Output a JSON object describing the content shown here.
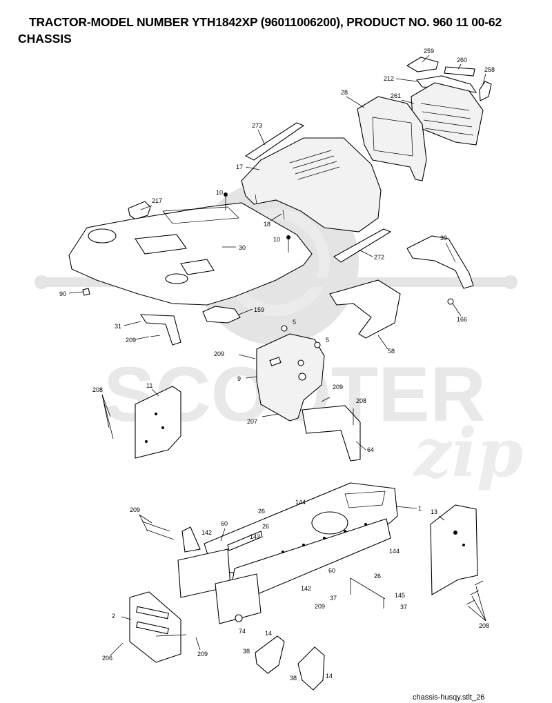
{
  "header": {
    "title": "TRACTOR-MODEL NUMBER YTH1842XP (96011006200), PRODUCT NO. 960 11 00-62",
    "subtitle": "CHASSIS"
  },
  "footer": {
    "file_ref": "chassis-husqy.stlt_26"
  },
  "watermark": {
    "word": "SCOOTER",
    "script": "zip"
  },
  "callouts": [
    "259",
    "260",
    "258",
    "212",
    "28",
    "261",
    "273",
    "17",
    "10",
    "217",
    "18",
    "10",
    "30",
    "272",
    "39",
    "90",
    "166",
    "159",
    "5",
    "31",
    "5",
    "209",
    "58",
    "209",
    "9",
    "11",
    "209",
    "208",
    "208",
    "207",
    "64",
    "144",
    "1",
    "209",
    "26",
    "60",
    "142",
    "143",
    "13",
    "26",
    "144",
    "60",
    "26",
    "142",
    "145",
    "37",
    "37",
    "209",
    "2",
    "74",
    "208",
    "14",
    "206",
    "209",
    "38",
    "38",
    "14"
  ]
}
